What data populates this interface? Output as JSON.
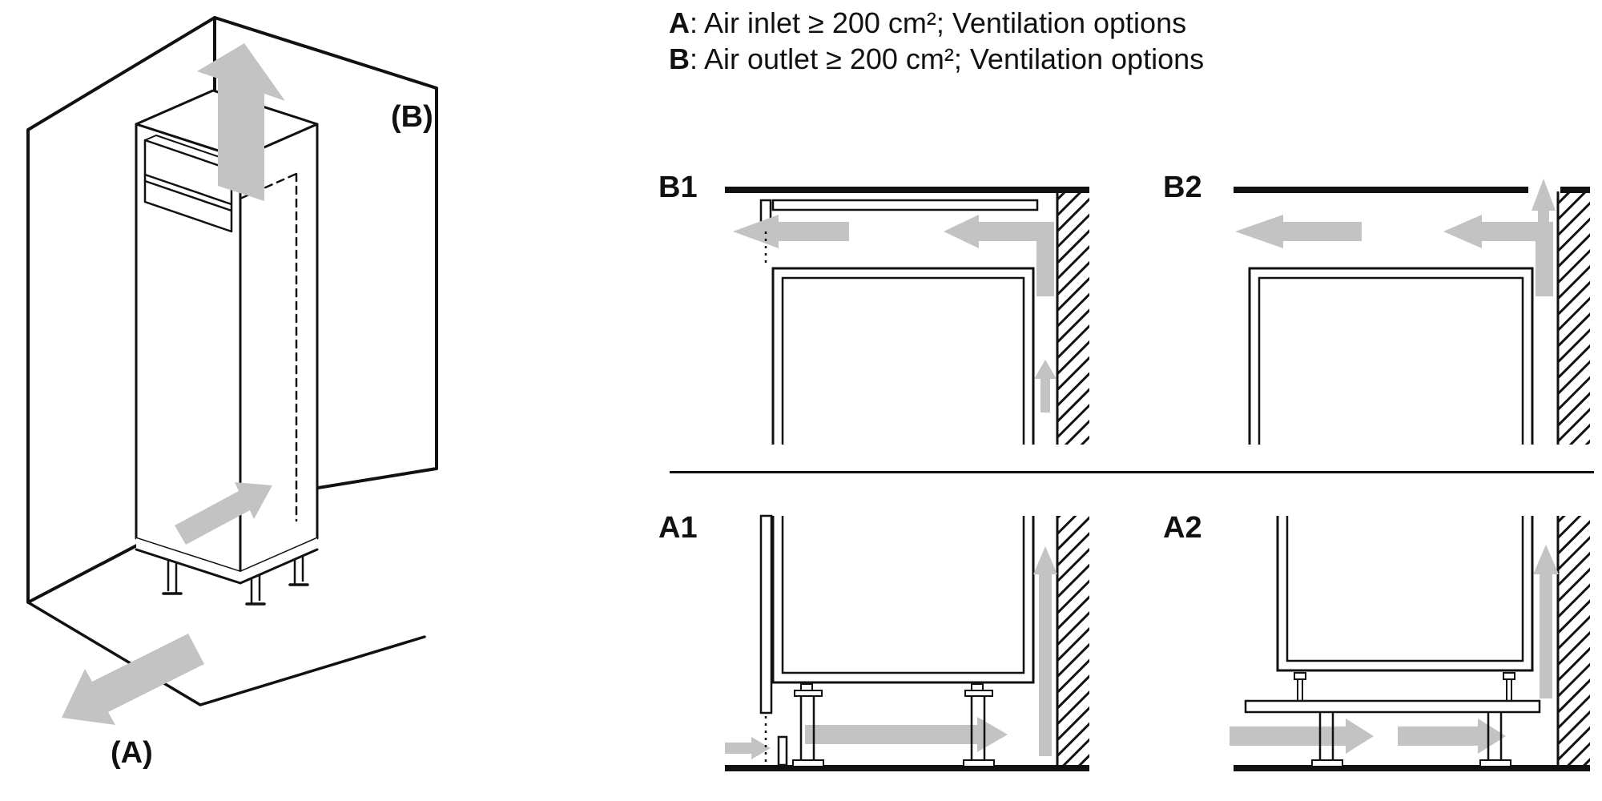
{
  "colors": {
    "line": "#111111",
    "arrow_gray": "#c3c3c3",
    "background": "#ffffff"
  },
  "legend": {
    "a": {
      "key": "A",
      "text": ": Air inlet ≥ 200 cm²; Ventilation options"
    },
    "b": {
      "key": "B",
      "text": ": Air outlet ≥ 200 cm²; Ventilation options"
    }
  },
  "isometric": {
    "label_a": "(A)",
    "label_b": "(B)"
  },
  "panels": {
    "b1": {
      "label": "B1"
    },
    "b2": {
      "label": "B2"
    },
    "a1": {
      "label": "A1"
    },
    "a2": {
      "label": "A2"
    }
  }
}
